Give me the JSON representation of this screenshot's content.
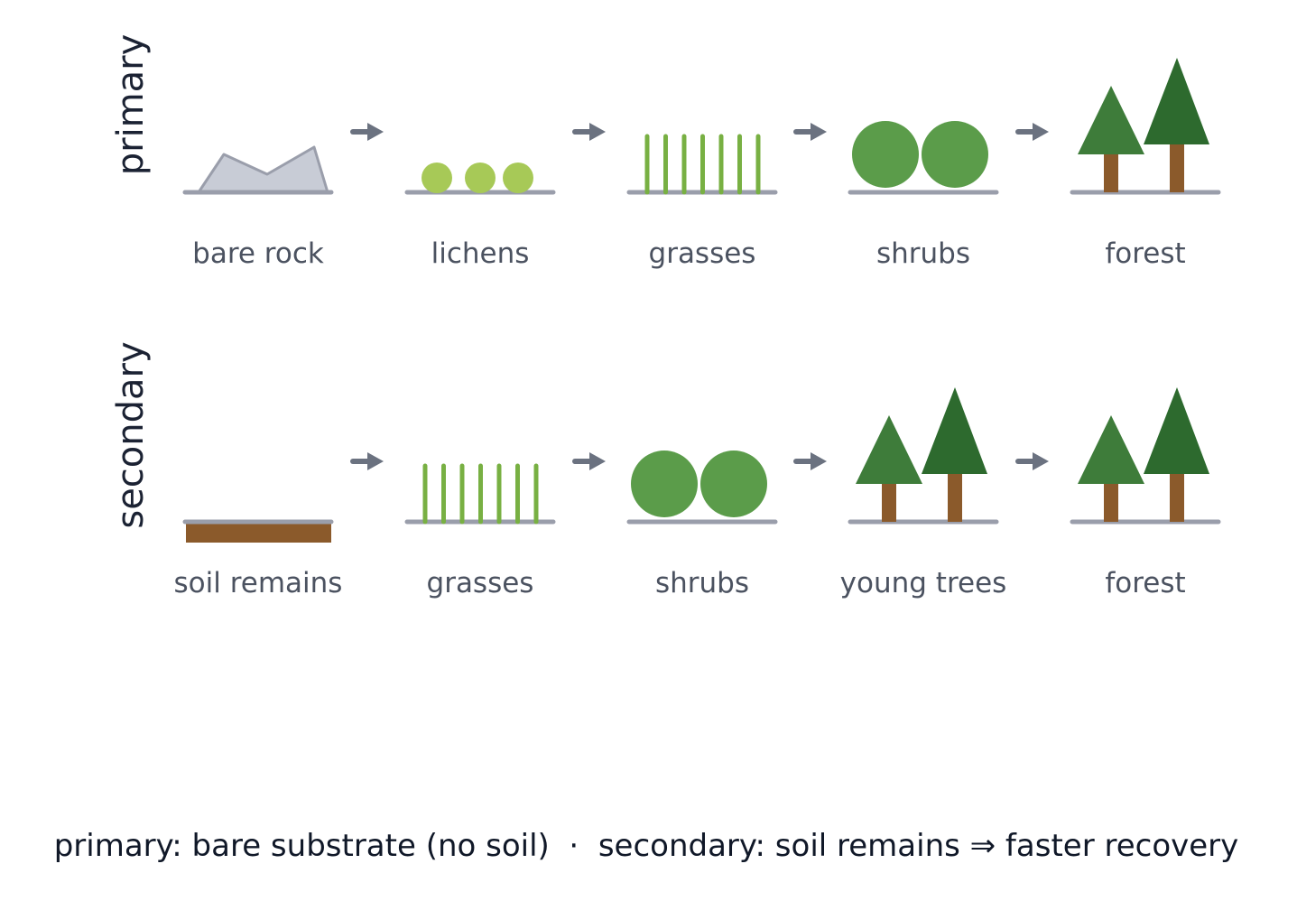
{
  "rows": [
    {
      "label": "primary",
      "stages": [
        {
          "name": "bare rock",
          "icon": "bare-rock-icon"
        },
        {
          "name": "lichens",
          "icon": "lichens-icon"
        },
        {
          "name": "grasses",
          "icon": "grasses-icon"
        },
        {
          "name": "shrubs",
          "icon": "shrubs-icon"
        },
        {
          "name": "forest",
          "icon": "forest-icon"
        }
      ]
    },
    {
      "label": "secondary",
      "stages": [
        {
          "name": "soil remains",
          "icon": "soil-icon"
        },
        {
          "name": "grasses",
          "icon": "grasses-icon"
        },
        {
          "name": "shrubs",
          "icon": "shrubs-icon"
        },
        {
          "name": "young trees",
          "icon": "forest-icon"
        },
        {
          "name": "forest",
          "icon": "forest-icon"
        }
      ]
    }
  ],
  "caption": "primary: bare substrate (no soil)  ·  secondary: soil remains ⇒ faster recovery",
  "colors": {
    "ground": "#9a9eab",
    "rock_fill": "#c8ccd6",
    "rock_stroke": "#9a9eab",
    "lichen": "#a7c957",
    "grass": "#78b043",
    "shrub": "#5b9c4a",
    "tree_light": "#3e7c3a",
    "tree_dark": "#2d6a2e",
    "trunk": "#8b5a2b",
    "soil": "#8b5a2b",
    "arrow": "#6b7280"
  }
}
